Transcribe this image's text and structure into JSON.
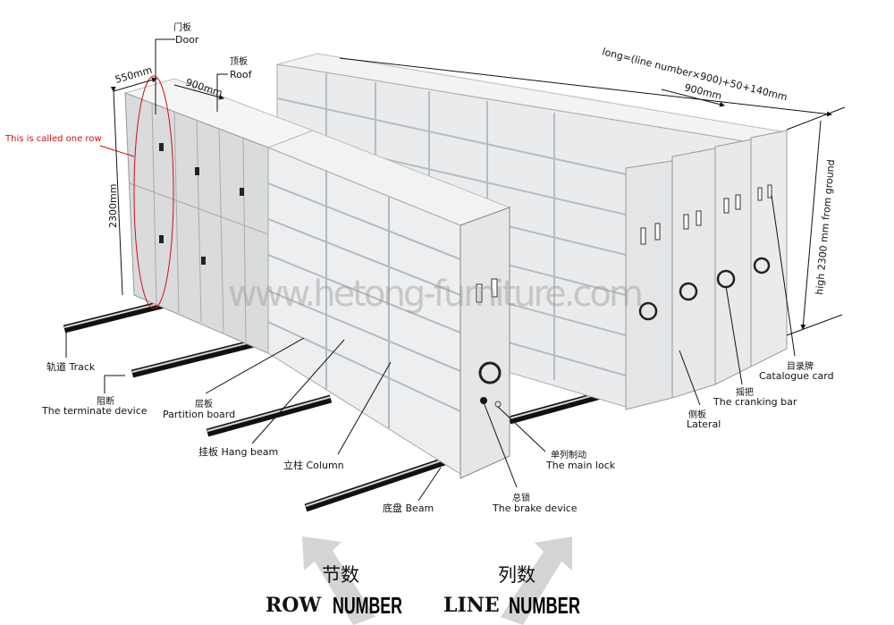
{
  "labels": {
    "door": {
      "cn": "门板",
      "en": "Door"
    },
    "roof": {
      "cn": "顶板",
      "en": "Roof"
    },
    "one_row_note": "This is called one row",
    "track": {
      "cn": "轨道",
      "en": "Track"
    },
    "terminate": {
      "cn": "阻断",
      "en": "The terminate device"
    },
    "partition": {
      "cn": "层板",
      "en": "Partition board"
    },
    "hang_beam": {
      "cn": "挂板",
      "en": "Hang beam"
    },
    "column": {
      "cn": "立柱",
      "en": "Column"
    },
    "beam": {
      "cn": "底盘",
      "en": "Beam"
    },
    "brake": {
      "cn": "总锁",
      "en": "The brake device"
    },
    "main_lock": {
      "cn": "单列制动",
      "en": "The main lock"
    },
    "lateral": {
      "cn": "侧板",
      "en": "Lateral"
    },
    "cranking": {
      "cn": "摇把",
      "en": "The cranking bar"
    },
    "catalogue": {
      "cn": "目录牌",
      "en": "Catalogue card"
    }
  },
  "dimensions": {
    "depth": "550mm",
    "width_left": "900mm",
    "height_left": "2300mm",
    "long_formula": "long=(line number×900)+50+140mm",
    "width_right": "900mm",
    "height_right": "high 2300 mm from ground"
  },
  "watermark": "www.hetong-furniture.com",
  "footer": {
    "row": {
      "cn": "节数",
      "word1": "ROW",
      "word2": "NUMBER"
    },
    "line": {
      "cn": "列数",
      "word1": "LINE",
      "word2": "NUMBER"
    }
  },
  "colors": {
    "panel": "#e6e8ea",
    "panel_dark": "#cfd2d5",
    "track": "#111111",
    "note": "#d01010",
    "arrow": "#d4d4d4"
  }
}
